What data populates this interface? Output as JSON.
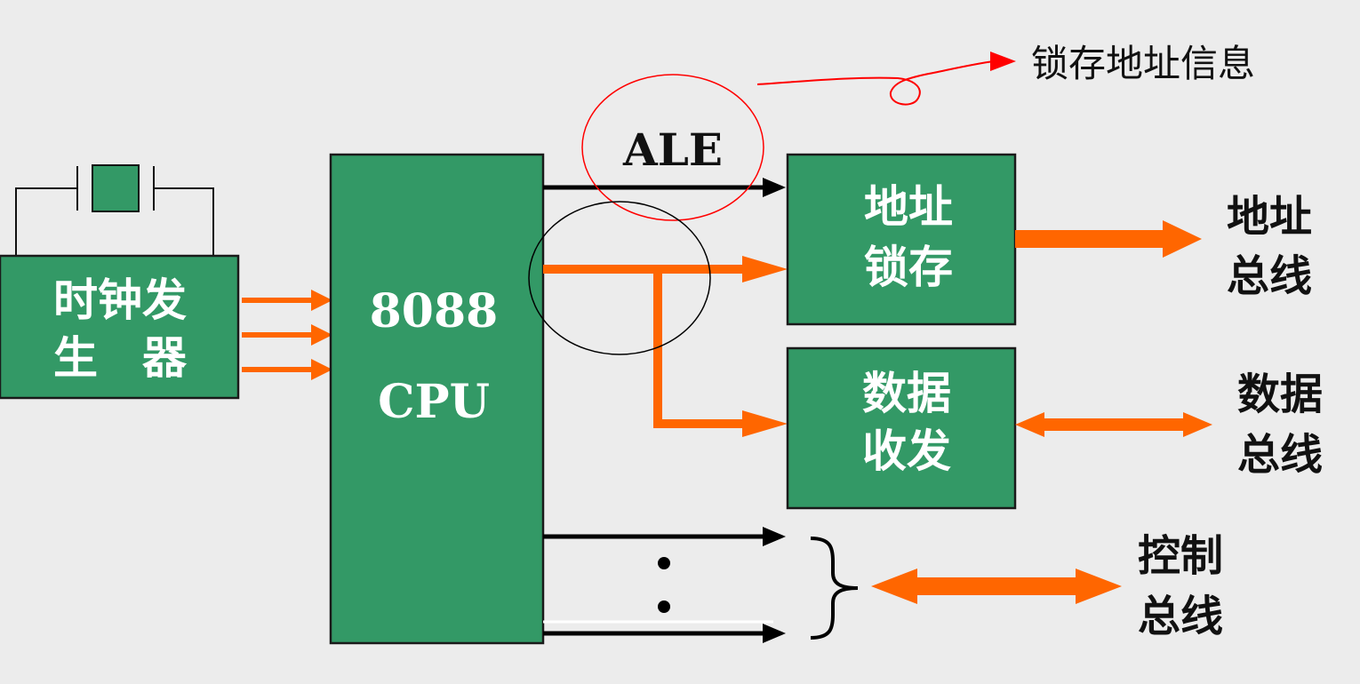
{
  "colors": {
    "background": "#ececec",
    "box_fill": "#339966",
    "box_stroke": "#1a1a1a",
    "bus_orange": "#ff6600",
    "signal_black": "#000000",
    "annotation_red": "#ff0000"
  },
  "blocks": {
    "clock_line1": "时钟发",
    "clock_line2": "生　器",
    "cpu_line1": "8088",
    "cpu_line2": "CPU",
    "latch_line1": "地址",
    "latch_line2": "锁存",
    "transceiver_line1": "数据",
    "transceiver_line2": "收发"
  },
  "signals": {
    "ale": "ALE"
  },
  "buses": {
    "address_line1": "地址",
    "address_line2": "总线",
    "data_line1": "数据",
    "data_line2": "总线",
    "control_line1": "控制",
    "control_line2": "总线"
  },
  "annotation": {
    "note": "锁存地址信息"
  }
}
